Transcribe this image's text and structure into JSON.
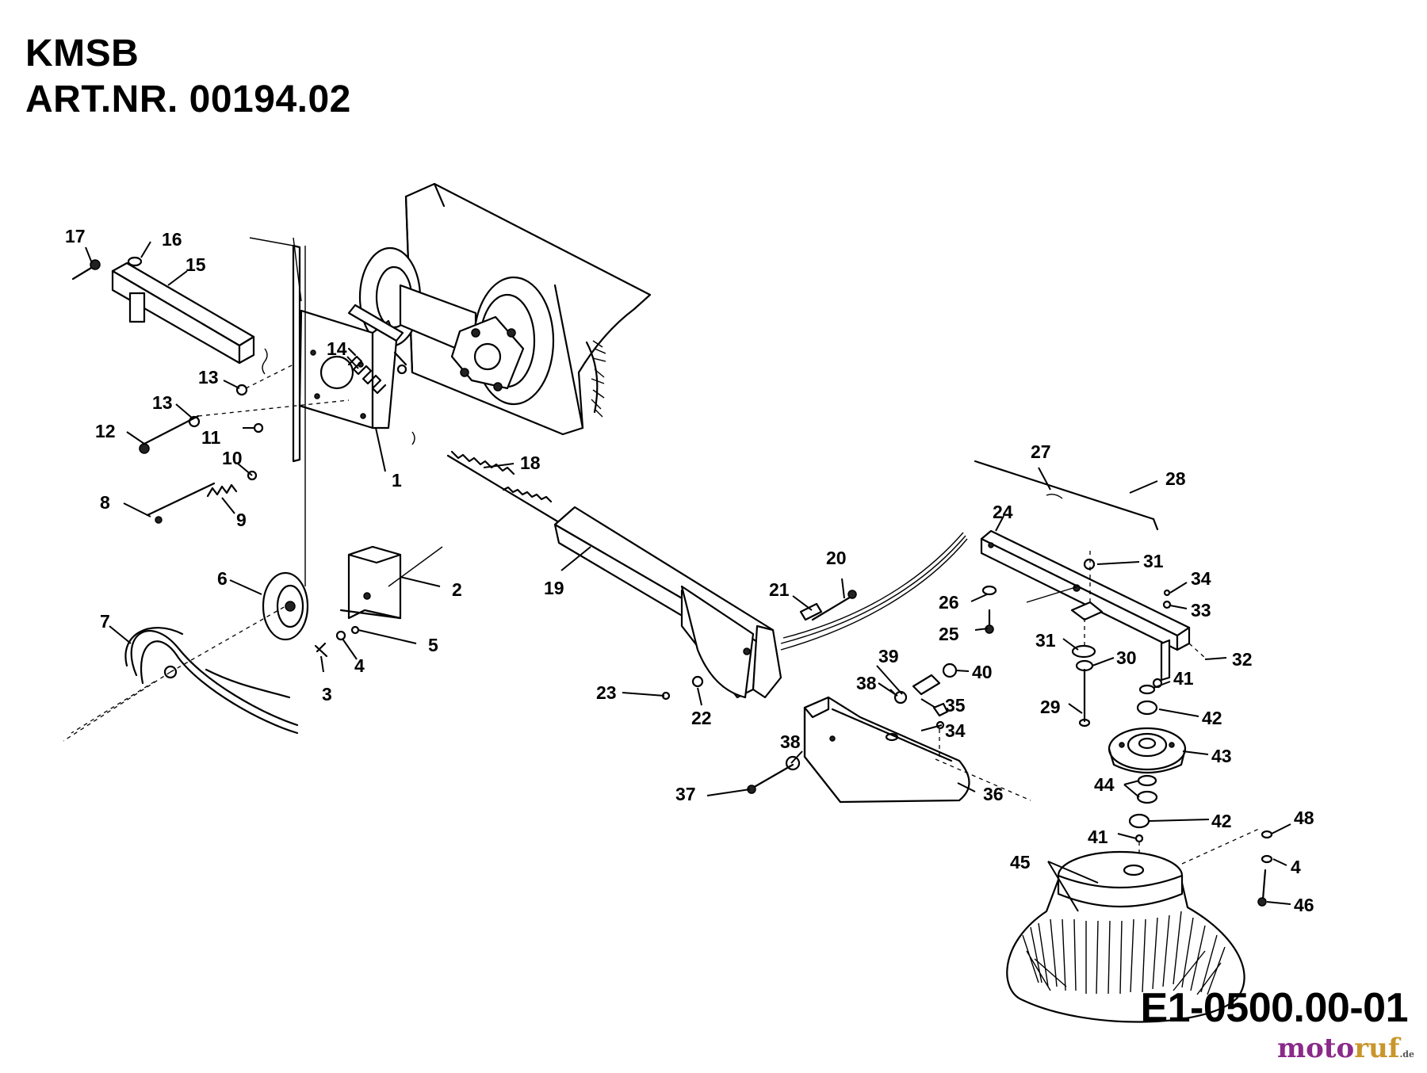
{
  "header": {
    "model": "KMSB",
    "article": "ART.NR. 00194.02"
  },
  "diagram_code": "E1-0500.00-01",
  "watermark": {
    "part1": "moto",
    "part2": "ruf",
    "part3": ".de"
  },
  "callouts": [
    "1",
    "2",
    "3",
    "4",
    "5",
    "6",
    "7",
    "8",
    "9",
    "10",
    "11",
    "12",
    "13",
    "13",
    "14",
    "15",
    "16",
    "17",
    "18",
    "19",
    "20",
    "21",
    "22",
    "23",
    "24",
    "25",
    "26",
    "27",
    "28",
    "29",
    "30",
    "31",
    "31",
    "32",
    "33",
    "34",
    "34",
    "35",
    "36",
    "37",
    "38",
    "38",
    "39",
    "40",
    "41",
    "41",
    "42",
    "42",
    "43",
    "44",
    "45",
    "4",
    "46",
    "48"
  ]
}
